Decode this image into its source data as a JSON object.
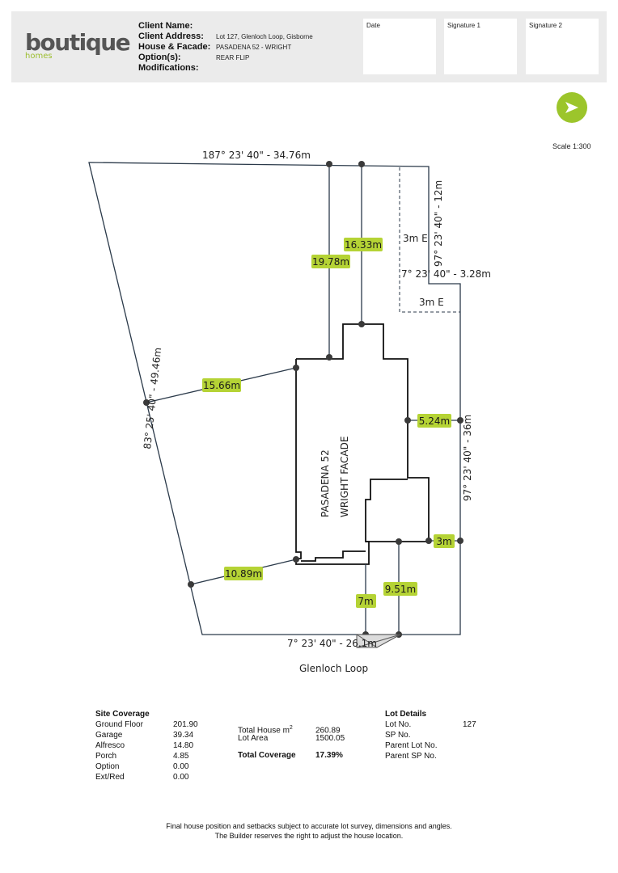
{
  "header": {
    "logo": {
      "main": "boutique",
      "sub": "homes"
    },
    "labels": {
      "client_name": "Client Name:",
      "client_address": "Client Address:",
      "house_facade": "House & Facade:",
      "options": "Option(s):",
      "modifications": "Modifications:"
    },
    "values": {
      "client_name": "",
      "client_address": "Lot 127, Glenloch Loop, Gisborne",
      "house_facade": "PASADENA 52 - WRIGHT",
      "options": "REAR FLIP",
      "modifications": ""
    },
    "sign_boxes": [
      "Date",
      "Signature 1",
      "Signature 2"
    ]
  },
  "scale_label": "Scale 1:300",
  "plan": {
    "boundaries": {
      "top": "187° 23' 40\" - 34.76m",
      "left": "83° 25' 40\" - 49.46m",
      "right_upper": "97° 23' 40\" - 12m",
      "right_lower": "97° 23' 40\" - 36m",
      "bottom": "7° 23' 40\" - 26.1m",
      "easement_inner": "7° 23' 40\" - 3.28m"
    },
    "easement_labels": [
      "3m E",
      "3m E"
    ],
    "house_label": [
      "PASADENA 52",
      "WRIGHT FACADE"
    ],
    "setbacks": [
      "19.78m",
      "16.33m",
      "15.66m",
      "5.24m",
      "3m",
      "10.89m",
      "7m",
      "9.51m"
    ],
    "street": "Glenloch Loop"
  },
  "site_coverage": {
    "title": "Site Coverage",
    "rows": [
      {
        "label": "Ground Floor",
        "value": "201.90"
      },
      {
        "label": "Garage",
        "value": "39.34"
      },
      {
        "label": "Alfresco",
        "value": "14.80"
      },
      {
        "label": "Porch",
        "value": "4.85"
      },
      {
        "label": "Option",
        "value": "0.00"
      },
      {
        "label": "Ext/Red",
        "value": "0.00"
      }
    ]
  },
  "totals": {
    "house_label": "Total House m",
    "house_sup": "2",
    "house_value": "260.89",
    "lot_area_label": "Lot Area",
    "lot_area_value": "1500.05",
    "coverage_label": "Total Coverage",
    "coverage_value": "17.39%"
  },
  "lot_details": {
    "title": "Lot Details",
    "rows": [
      {
        "label": "Lot No.",
        "value": "127"
      },
      {
        "label": "SP No.",
        "value": ""
      },
      {
        "label": "Parent Lot No.",
        "value": ""
      },
      {
        "label": "Parent SP No.",
        "value": ""
      }
    ]
  },
  "footer": [
    "Final house position and setbacks subject to accurate lot survey, dimensions and angles.",
    "The Builder reserves the right to adjust the house location."
  ],
  "colors": {
    "accent": "#9cc52b",
    "badge": "#b5d335",
    "boundary": "#2b3a4a"
  }
}
